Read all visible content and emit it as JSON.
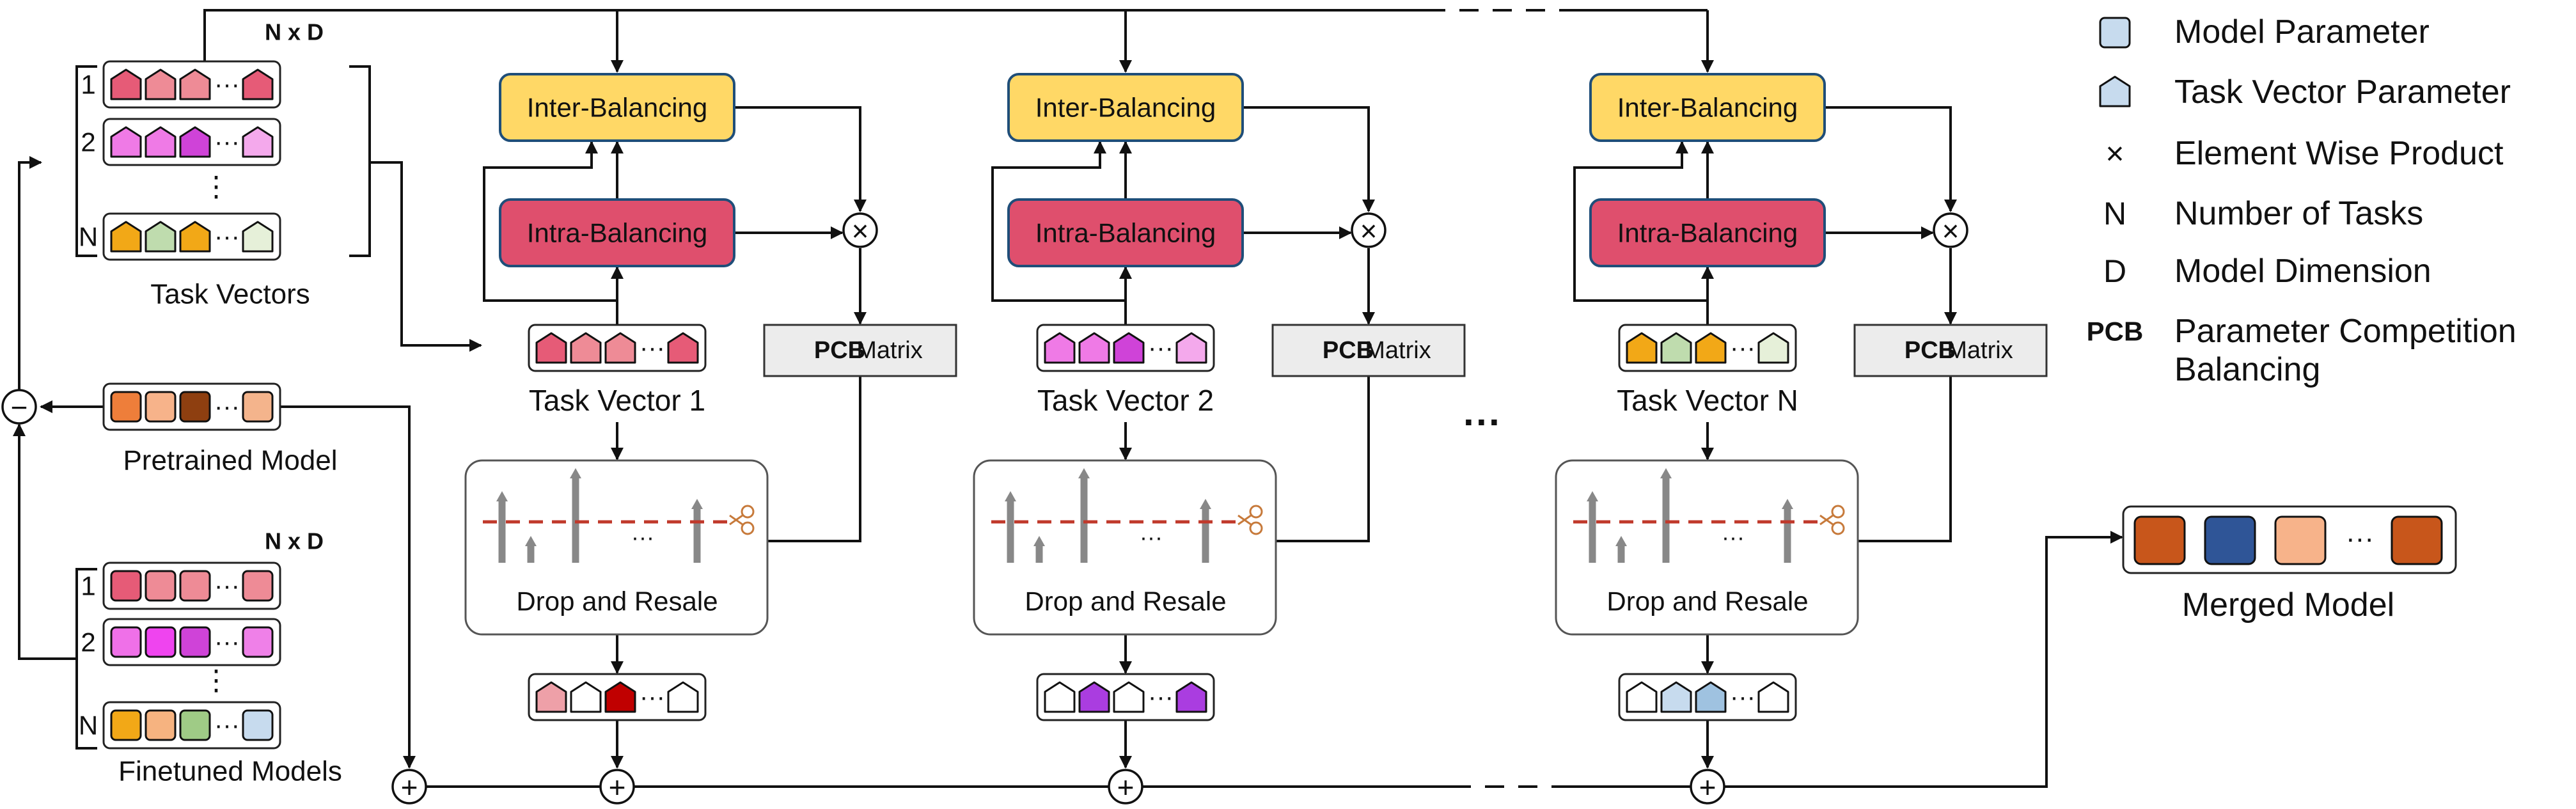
{
  "colors": {
    "inter": "#ffd866",
    "intra": "#df4f6d",
    "pcb_matrix": "#ececec",
    "cut_line": "#c0392b",
    "model_param_legend": "#c7dbee"
  },
  "task_vectors": {
    "caption": "Task Vectors",
    "dim_label": "N x D",
    "row_numbers": [
      "1",
      "2",
      "N"
    ],
    "rows": [
      [
        "#e65b77",
        "#ee8b96",
        "#ee8b96",
        "#e65b77"
      ],
      [
        "#ef7ae6",
        "#ef7ae6",
        "#cf43d8",
        "#f4a9ec"
      ],
      [
        "#f2a817",
        "#bfdcae",
        "#f2a817",
        "#e6f0d9"
      ]
    ],
    "ellipsis": "···",
    "vdots": "⋮"
  },
  "pretrained": {
    "caption": "Pretrained Model",
    "cells": [
      "#ee7e3a",
      "#f7b38a",
      "#8e3f10",
      "#f4b48c"
    ],
    "ellipsis": "···"
  },
  "finetuned": {
    "caption": "Finetuned Models",
    "dim_label": "N x D",
    "row_numbers": [
      "1",
      "2",
      "N"
    ],
    "rows": [
      [
        "#e65b77",
        "#ee8b96",
        "#ee8b96",
        "#ee8b96"
      ],
      [
        "#ef70e8",
        "#ef44ef",
        "#cf43d8",
        "#ef80e8"
      ],
      [
        "#f2a817",
        "#f6b380",
        "#9fcb86",
        "#c7dbee"
      ]
    ],
    "ellipsis": "···",
    "vdots": "⋮"
  },
  "ops": {
    "minus": "−",
    "plus": "+",
    "times": "×"
  },
  "columns": [
    {
      "inter_label": "Inter-Balancing",
      "intra_label": "Intra-Balancing",
      "pcb_bold": "PCB",
      "pcb_rest": " Matrix",
      "task_vector_label": "Task Vector 1",
      "task_vector_cells": [
        "#e65b77",
        "#ee8b96",
        "#ee8b96",
        "#e65b77"
      ],
      "drop_label": "Drop and Resale",
      "output_cells": [
        "#eea0a8",
        "#ffffff",
        "#c00000",
        "#ffffff"
      ]
    },
    {
      "inter_label": "Inter-Balancing",
      "intra_label": "Intra-Balancing",
      "pcb_bold": "PCB",
      "pcb_rest": " Matrix",
      "task_vector_label": "Task Vector 2",
      "task_vector_cells": [
        "#ef7ae6",
        "#ef7ae6",
        "#cf43d8",
        "#f4a9ec"
      ],
      "drop_label": "Drop and Resale",
      "output_cells": [
        "#ffffff",
        "#aa3de0",
        "#ffffff",
        "#aa3de0"
      ]
    },
    {
      "inter_label": "Inter-Balancing",
      "intra_label": "Intra-Balancing",
      "pcb_bold": "PCB",
      "pcb_rest": " Matrix",
      "task_vector_label": "Task Vector N",
      "task_vector_cells": [
        "#f2a817",
        "#bfdcae",
        "#f2a817",
        "#e6f0d9"
      ],
      "drop_label": "Drop and Resale",
      "output_cells": [
        "#ffffff",
        "#c7dbee",
        "#9fc2e0",
        "#ffffff"
      ]
    }
  ],
  "between_ellipsis": "···",
  "merged": {
    "caption": "Merged Model",
    "cells": [
      "#c8561b",
      "#2f5597",
      "#f7b38a",
      "#c8561b"
    ],
    "ellipsis": "···"
  },
  "legend": [
    {
      "symbol": "square",
      "text": "Model Parameter"
    },
    {
      "symbol": "pentagon",
      "text": "Task Vector Parameter"
    },
    {
      "symbol": "×",
      "text": "Element Wise Product"
    },
    {
      "symbol": "N",
      "text": "Number of Tasks"
    },
    {
      "symbol": "D",
      "text": "Model Dimension"
    },
    {
      "symbol": "PCB",
      "text": "Parameter Competition",
      "text2": "Balancing"
    }
  ]
}
